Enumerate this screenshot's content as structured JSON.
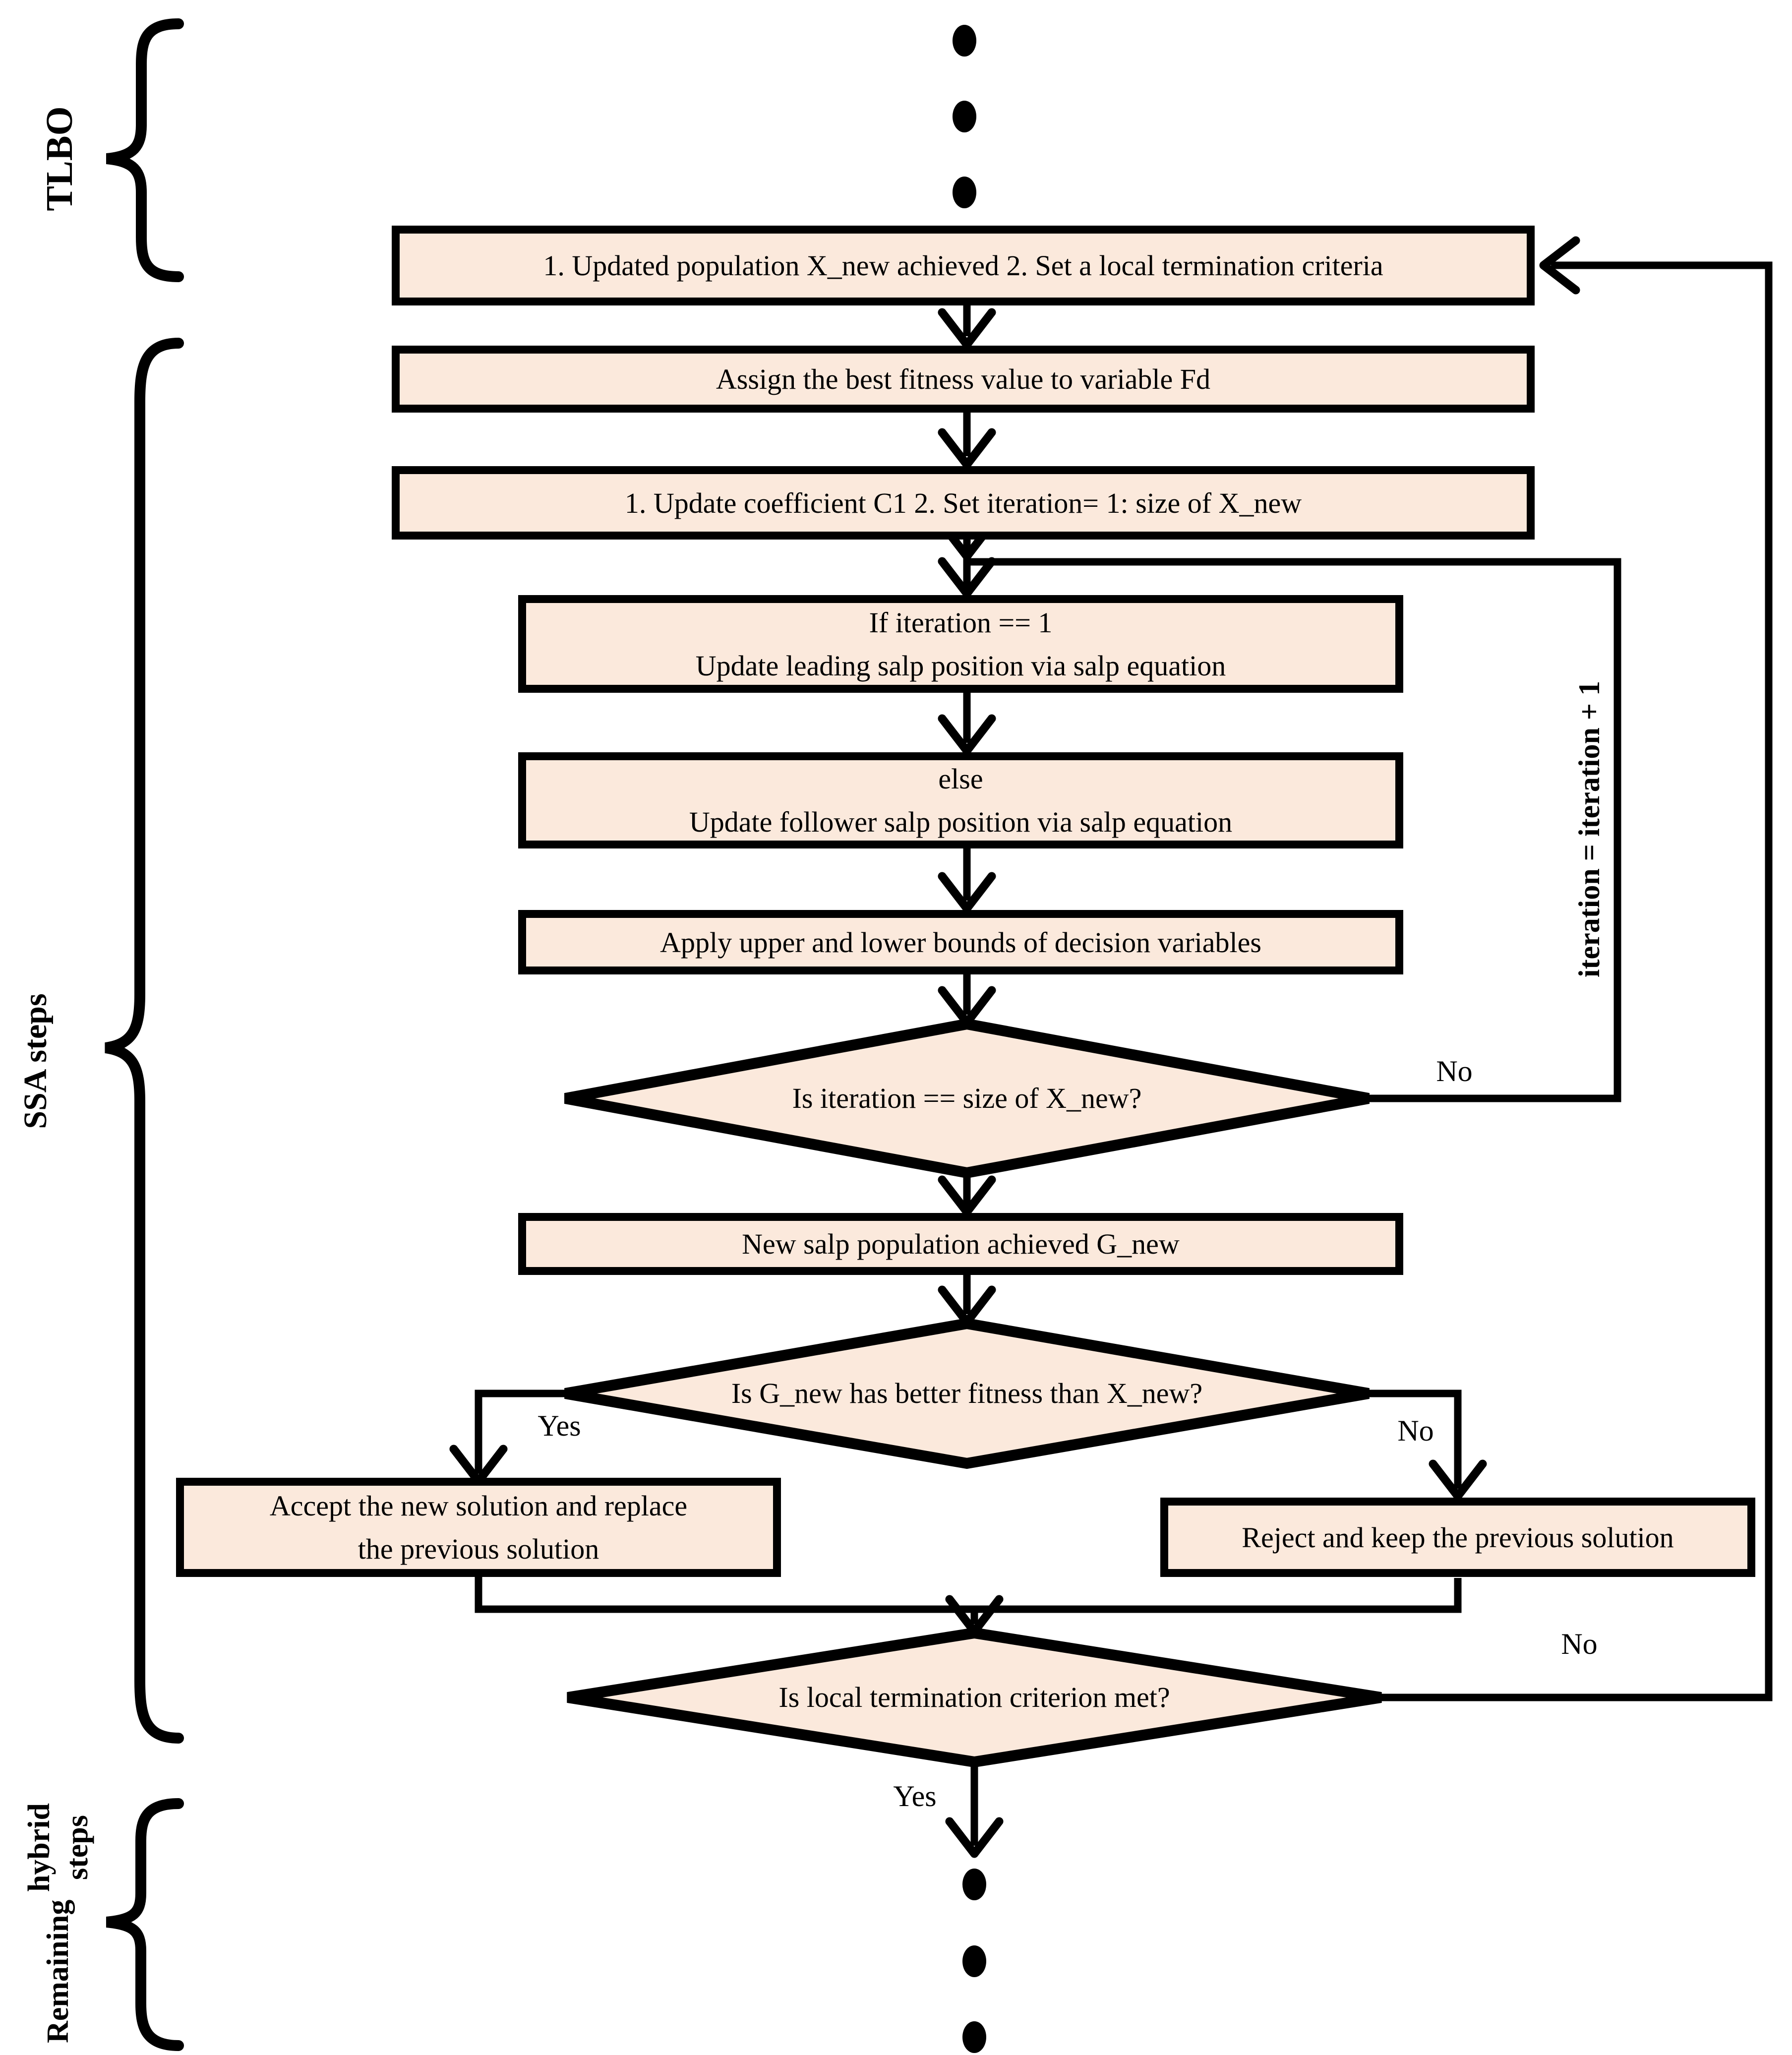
{
  "side_labels": {
    "tlbo": "TLBO",
    "ssa": "SSA steps",
    "remaining_line1": "Remaining",
    "remaining_line2": "hybrid steps"
  },
  "nodes": {
    "box1": "1. Updated population X_new achieved 2. Set a local termination criteria",
    "box2": "Assign the best fitness value to variable Fd",
    "box3": "1. Update coefficient C1 2. Set iteration= 1: size of X_new",
    "box4_line1": "If iteration == 1",
    "box4_line2": "Update leading salp position via salp equation",
    "box5_line1": "else",
    "box5_line2": "Update follower salp position via salp equation",
    "box6": "Apply upper and lower bounds of decision variables",
    "diamond_iteration": "Is iteration == size of X_new?",
    "box7": "New salp population achieved G_new",
    "diamond_fitness": "Is G_new has better fitness than X_new?",
    "box8_line1": "Accept the new solution and replace",
    "box8_line2": "the previous solution",
    "box9": "Reject and keep the previous solution",
    "diamond_termination": "Is local termination criterion met?"
  },
  "edge_labels": {
    "iteration_loop": "iteration = iteration + 1",
    "d1_no": "No",
    "d2_yes": "Yes",
    "d2_no": "No",
    "d3_no": "No",
    "d3_yes": "Yes"
  },
  "colors": {
    "node_fill": "#FBE9DC",
    "line": "#000000"
  }
}
